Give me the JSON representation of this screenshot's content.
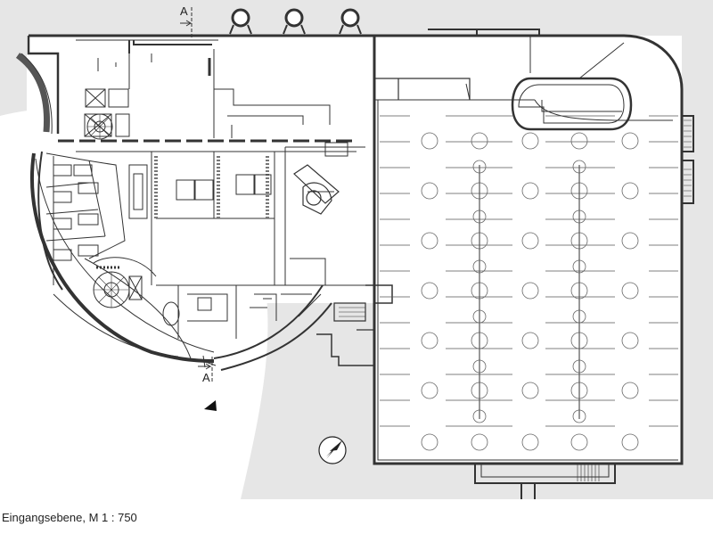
{
  "caption": "Eingangsebene, M 1 : 750",
  "section_marker_top": "A",
  "section_marker_bottom": "A",
  "colors": {
    "background_grey": "#e6e6e6",
    "wall": "#333333",
    "line": "#555555"
  },
  "icons": [
    "entrance-arrow-icon",
    "north-arrow-icon"
  ]
}
